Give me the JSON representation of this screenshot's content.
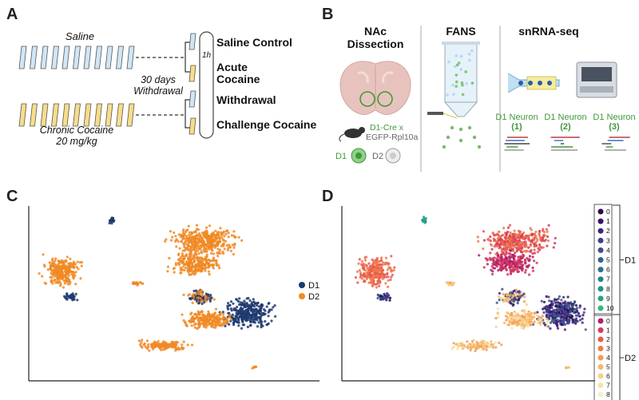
{
  "panels": {
    "a": "A",
    "b": "B",
    "c": "C",
    "d": "D"
  },
  "panel_a": {
    "saline_label": "Saline",
    "withdrawal_label_1": "30 days",
    "withdrawal_label_2": "Withdrawal",
    "chronic_label": "Chronic Cocaine",
    "dose_label": "20 mg/kg",
    "time_label": "1h",
    "groups": [
      "Saline Control",
      "Acute",
      "Cocaine",
      "Withdrawal",
      "Challenge Cocaine"
    ],
    "colors": {
      "saline": "#cfe6f7",
      "cocaine": "#f7dd8a",
      "stroke": "#555555"
    }
  },
  "panel_b": {
    "col1_title_1": "NAc",
    "col1_title_2": "Dissection",
    "col2_title": "FANS",
    "col3_title": "snRNA-seq",
    "mouse_label_1": "D1-Cre x",
    "mouse_label_2": "EGFP-Rpl10a",
    "d1_label": "D1",
    "d2_label": "D2",
    "neurons": [
      {
        "name": "D1 Neuron",
        "idx": "(1)"
      },
      {
        "name": "D1 Neuron",
        "idx": "(2)"
      },
      {
        "name": "D1 Neuron",
        "idx": "(3)"
      }
    ]
  },
  "chart_data": [
    {
      "type": "scatter",
      "panel": "C",
      "series": [
        {
          "name": "D1",
          "color": "#1f3a6e"
        },
        {
          "name": "D2",
          "color": "#f08a24"
        }
      ],
      "legend_position": "right"
    },
    {
      "type": "scatter",
      "panel": "D",
      "groups": [
        {
          "name": "D1",
          "clusters": [
            "0",
            "1",
            "2",
            "3",
            "4",
            "5",
            "6",
            "7",
            "8",
            "9",
            "10"
          ],
          "colors": [
            "#2d0a4e",
            "#3b0f6f",
            "#42247a",
            "#3f3d86",
            "#3a4f8c",
            "#335f8d",
            "#2c6f8e",
            "#25808e",
            "#1f918c",
            "#22a386",
            "#35b779"
          ]
        },
        {
          "name": "D2",
          "clusters": [
            "0",
            "1",
            "2",
            "3",
            "4",
            "5",
            "6",
            "7",
            "8"
          ],
          "colors": [
            "#b0206a",
            "#d33a5c",
            "#e85b50",
            "#f07a4a",
            "#f49b53",
            "#f6b76a",
            "#f7cf8c",
            "#f7e2ae",
            "#f6f0cc"
          ]
        }
      ],
      "legend_position": "right"
    }
  ]
}
